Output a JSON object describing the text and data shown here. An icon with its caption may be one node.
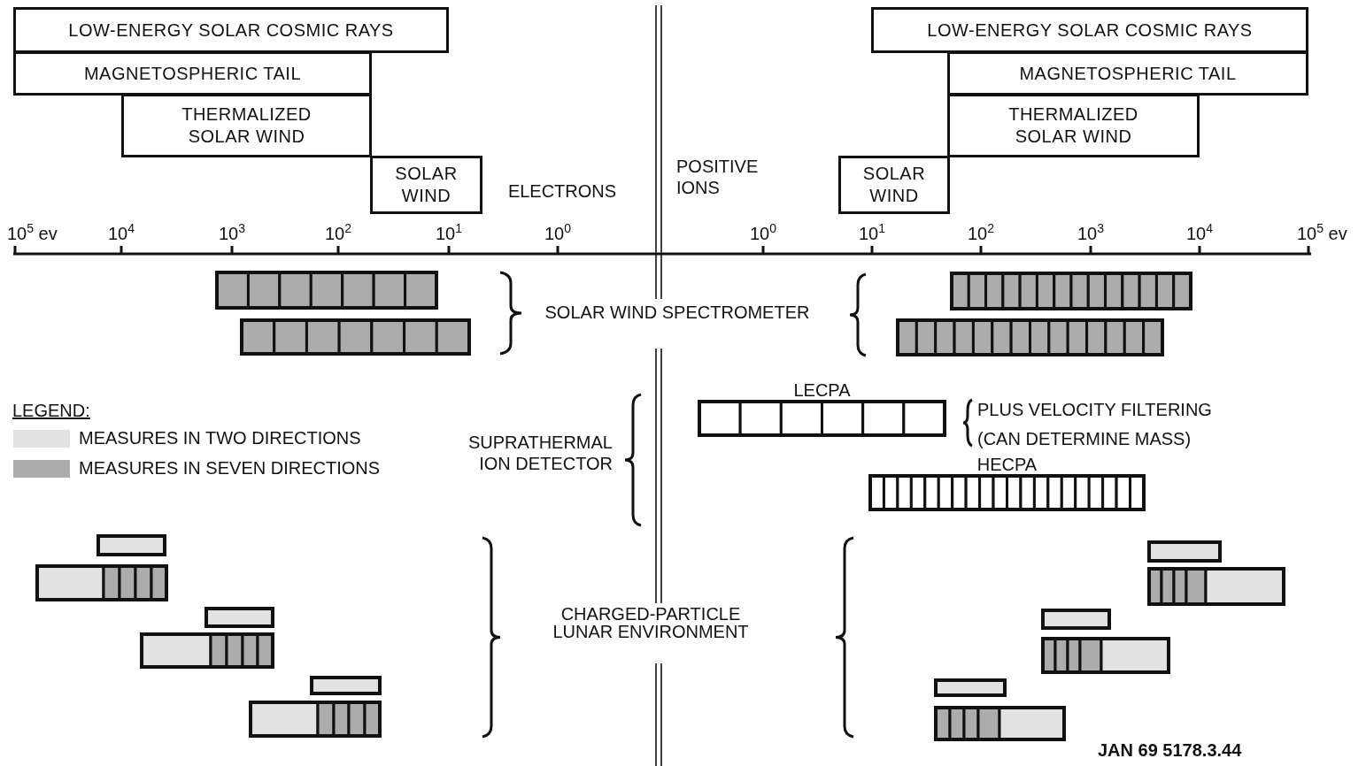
{
  "diagram": {
    "nodes": [
      {
        "text": [
          "LOW-ENERGY SOLAR COSMIC RAYS"
        ]
      },
      {
        "text": [
          "MAGNETOSPHERIC TAIL"
        ]
      },
      {
        "text": [
          "THERMALIZED SOLAR WIND"
        ]
      },
      {
        "text": [
          "SOLAR WIND"
        ]
      },
      {
        "text": [
          "LOW-ENERGY SOLAR COSMIC RAYS"
        ]
      },
      {
        "text": [
          "MAGNETOSPHERIC TAIL"
        ]
      },
      {
        "text": [
          "THERMALIZED SOLAR WIND"
        ]
      },
      {
        "text": [
          "SOLAR WIND"
        ]
      },
      {
        "text": [
          "LECPA"
        ]
      },
      {
        "text": [
          "HECPA"
        ]
      },
      {
        "text": [],
        "shape": "bar"
      },
      {
        "text": [],
        "shape": "bar"
      },
      {
        "text": [],
        "shape": "bar"
      },
      {
        "text": [],
        "shape": "bar"
      },
      {
        "text": [],
        "shape": "bar"
      },
      {
        "text": [],
        "shape": "bar"
      },
      {
        "text": [],
        "shape": "bar"
      },
      {
        "text": [],
        "shape": "bar"
      },
      {
        "text": [],
        "shape": "bar"
      },
      {
        "text": [],
        "shape": "bar"
      },
      {
        "text": [],
        "shape": "bar"
      },
      {
        "text": [],
        "shape": "bar"
      },
      {
        "text": [],
        "shape": "bar"
      },
      {
        "text": [],
        "shape": "bar"
      },
      {
        "text": [],
        "shape": "bar"
      },
      {
        "text": [],
        "shape": "bar"
      }
    ],
    "labels": [
      "ELECTRONS",
      "POSITIVE IONS",
      "10$^{5}$ ev",
      "10$^{4}$",
      "10$^{3}$",
      "10$^{2}$",
      "10$^{1}$",
      "10$^{0}$",
      "10$^{0}$",
      "10$^{1}$",
      "10$^{2}$",
      "10$^{3}$",
      "10$^{4}$",
      "10$^{5}$ ev",
      "SOLAR WIND SPECTROMETER",
      "LEGEND:",
      "SUPRATHERMAL ION DETECTOR",
      "PLUS VELOCITY FILTERING (CAN DETERMINE MASS)",
      "CHARGED-PARTICLE LUNAR ENVIRONMENT",
      "JAN 69 5178.3.44"
    ],
    "legend": [
      {
        "text": "MEASURES IN TWO DIRECTIONS",
        "color": "#e2e2e2"
      },
      {
        "text": "MEASURES IN SEVEN DIRECTIONS",
        "color": "#acacac"
      }
    ]
  }
}
